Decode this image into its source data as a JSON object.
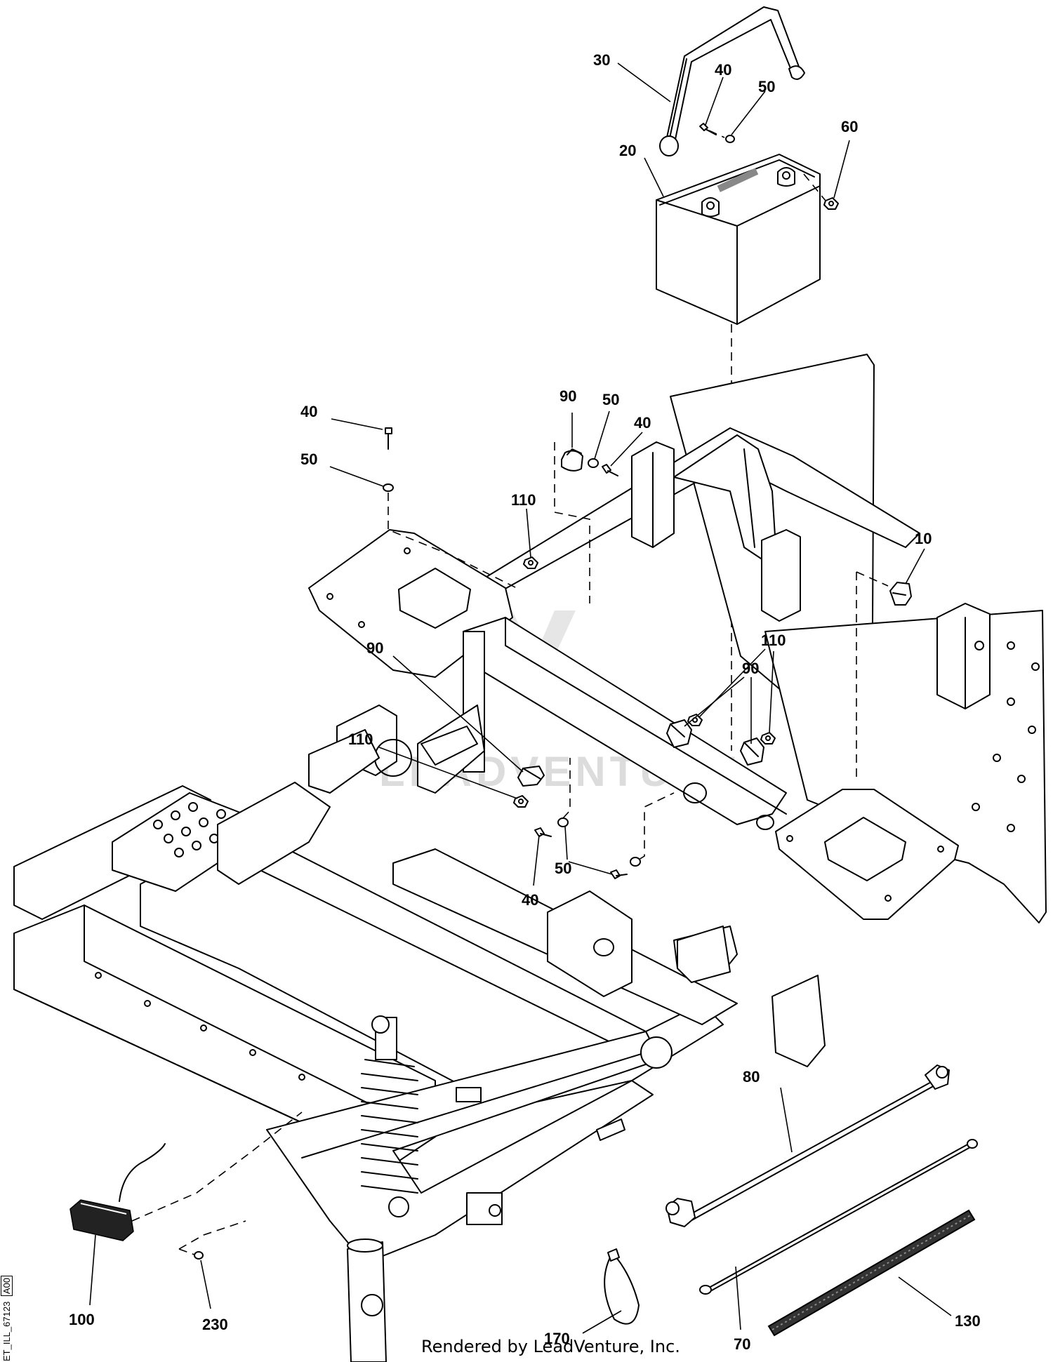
{
  "diagram": {
    "callouts": {
      "c10": "10",
      "c20": "20",
      "c30": "30",
      "c40a": "40",
      "c40b": "40",
      "c40c": "40",
      "c40d": "40",
      "c50a": "50",
      "c50b": "50",
      "c50c": "50",
      "c50d": "50",
      "c60": "60",
      "c70": "70",
      "c80": "80",
      "c90a": "90",
      "c90b": "90",
      "c90c": "90",
      "c100": "100",
      "c110a": "110",
      "c110b": "110",
      "c110c": "110",
      "c130": "130",
      "c170": "170",
      "c230": "230"
    },
    "watermark": "LEADVENTURE",
    "credit": "Rendered by LeadVenture, Inc.",
    "drawing_id": "ET_ILL_67123",
    "revision": "A00"
  }
}
